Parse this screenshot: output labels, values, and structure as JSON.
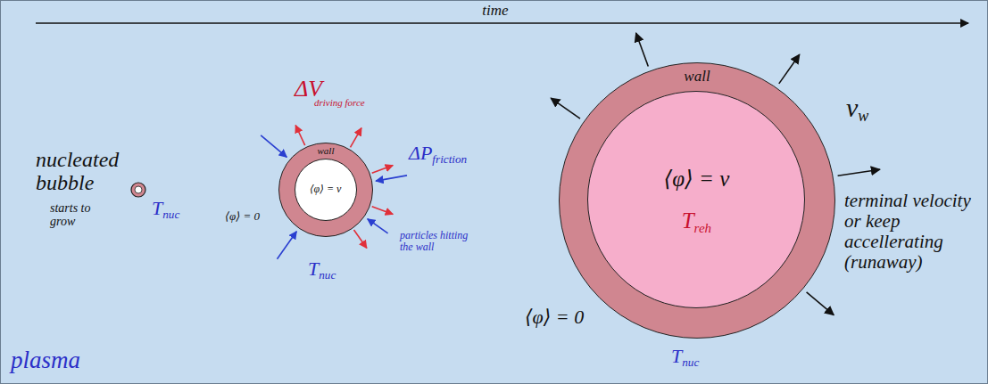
{
  "diagram": {
    "nodes": [
      {
        "text": [
          "wall"
        ]
      },
      {
        "text": [
          "⟨φ⟩ = v"
        ],
        "in": 0
      },
      {
        "text": [
          "wall"
        ]
      },
      {
        "text": [
          "⟨φ⟩ = v",
          "Treh"
        ],
        "in": 2
      }
    ],
    "labels": [
      "time",
      "nucleated bubble",
      "starts to grow",
      "Tnuc",
      "ΔV",
      "driving force",
      "ΔPfriction",
      "particles hitting the wall",
      "⟨φ⟩ = 0",
      "Tnuc",
      "vw",
      "⟨φ⟩ = 0",
      "Tnuc",
      "terminal velocity or keep accellerating (runaway)",
      "plasma"
    ]
  }
}
